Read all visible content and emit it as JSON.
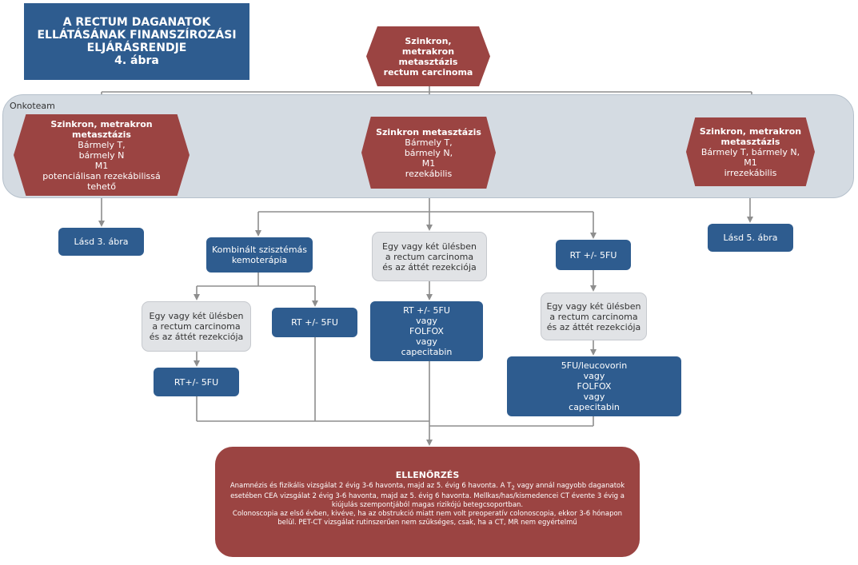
{
  "title": {
    "lines": [
      "A RECTUM DAGANATOK",
      "ELLÁTÁSÁNAK FINANSZÍROZÁSI",
      "ELJÁRÁSRENDJE",
      "4. ábra"
    ],
    "bg": "#2e5c8f"
  },
  "top_node": {
    "lines": [
      "Szinkron,",
      "metrakron",
      "metasztázis",
      "rectum carcinoma"
    ]
  },
  "onkoteam": {
    "label": "Onkoteam"
  },
  "hex_left": {
    "heading": [
      "Szinkron, metrakron",
      "metasztázis"
    ],
    "body": [
      "Bármely T,",
      "bármely N",
      "M1",
      "potenciálisan rezekábilissá",
      "tehető"
    ]
  },
  "hex_center": {
    "heading": [
      "Szinkron metasztázis"
    ],
    "body": [
      "Bármely T,",
      "bármely N,",
      "M1",
      "rezekábilis"
    ]
  },
  "hex_right": {
    "heading": [
      "Szinkron, metrakron",
      "metasztázis"
    ],
    "body": [
      "Bármely T, bármely N,",
      "M1",
      "irrezekábilis"
    ]
  },
  "see_fig3": "Lásd 3. ábra",
  "see_fig5": "Lásd 5. ábra",
  "chemo": [
    "Kombinált szisztémás",
    "kemoterápia"
  ],
  "resection_1": [
    "Egy vagy két ülésben",
    "a rectum carcinoma",
    "és az áttét rezekciója"
  ],
  "resection_2": [
    "Egy vagy két ülésben",
    "a rectum carcinoma",
    "és az áttét rezekciója"
  ],
  "resection_3": [
    "Egy vagy két ülésben",
    "a rectum carcinoma",
    "és az áttét rezekciója"
  ],
  "rt_5fu_a": "RT +/- 5FU",
  "rt_5fu_b": "RT+/- 5FU",
  "rt_5fu_c": "RT +/- 5FU",
  "rt_folfox": [
    "RT +/- 5FU",
    "vagy",
    "FOLFOX",
    "vagy",
    "capecitabin"
  ],
  "fu_leuco": [
    "5FU/leucovorin",
    "vagy",
    "FOLFOX",
    "vagy",
    "capecitabin"
  ],
  "control": {
    "title": "ELLENŐRZÉS",
    "p1_before": "Anamnézis és fizikális vizsgálat 2 évig 3-6 havonta, majd az 5. évig 6 havonta. A T",
    "p1_sub": "2",
    "p1_after": " vagy annál nagyobb daganatok esetében CEA vizsgálat  2 évig 3-6 havonta, majd az 5. évig 6 havonta. Mellkas/has/kismedencei CT évente 3 évig a kiújulás szempontjából magas rizikójú betegcsoportban.",
    "p2": "Colonoscopia az első évben, kivéve, ha az obstrukció miatt nem volt preoperatív colonoscopia, ekkor 3-6 hónapon belül.  PET-CT vizsgálat rutinszerűen nem szükséges, csak, ha a CT, MR nem egyértelmű"
  },
  "colors": {
    "red": "#9b4442",
    "blue": "#2e5c8f",
    "grey_box": "#e1e3e6",
    "onkoteam_bg": "#d4dbe2",
    "line": "#8e8e8e"
  }
}
